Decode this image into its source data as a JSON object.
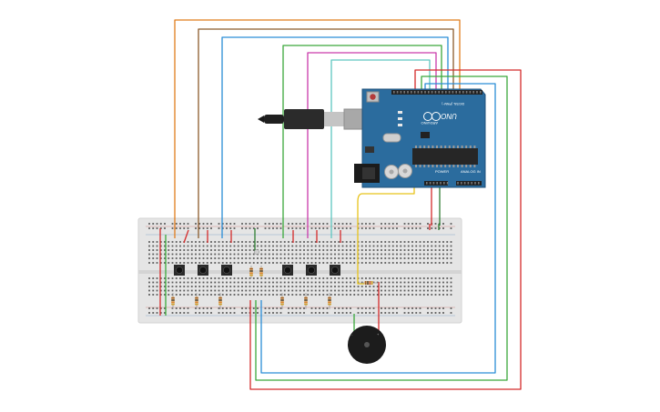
{
  "board": {
    "brand_label": "UNO",
    "maker_label": "ARDUINO",
    "power_label": "POWER",
    "analog_label": "ANALOG IN",
    "digital_label": "DIGITAL (PWM~)"
  },
  "colors": {
    "background": "#ffffff",
    "board": "#2b6c9e",
    "breadboard": "#e5e5e5",
    "orange_wire": "#e07c1b",
    "brown_wire": "#8b5a2b",
    "blue_wire": "#2a8dd6",
    "green_wire": "#3ba83b",
    "magenta_wire": "#c93aab",
    "teal_wire": "#5ec6c0",
    "red_wire": "#d42a2a",
    "yellow_wire": "#e8c31a",
    "dark_green_wire": "#2e7d32"
  },
  "components": {
    "pushbuttons": 6,
    "resistors": 8,
    "buzzer": 1,
    "usb_cable": 1
  }
}
